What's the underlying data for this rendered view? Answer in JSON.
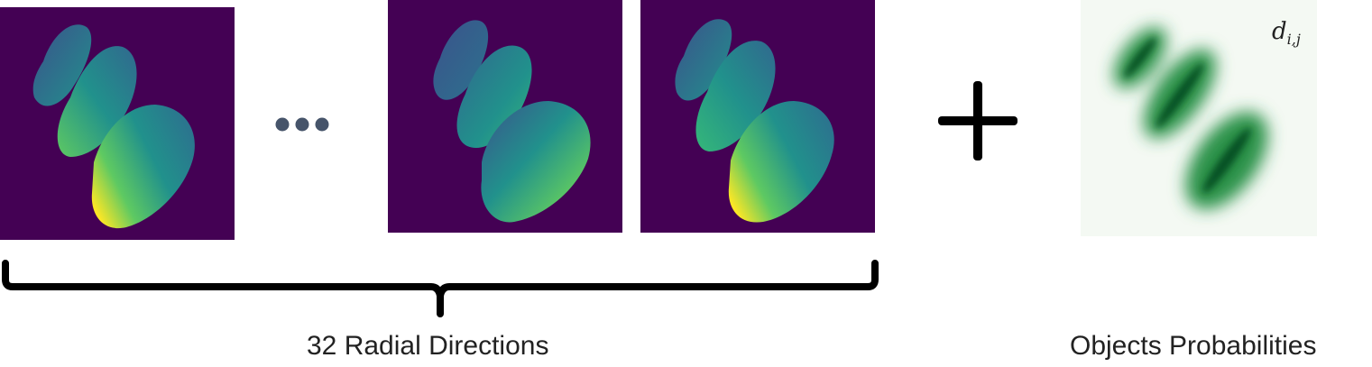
{
  "captions": {
    "radial": "32 Radial Directions",
    "probabilities": "Objects Probabilities"
  },
  "prob_label": {
    "base": "d",
    "subscript": "i,j"
  },
  "colors": {
    "viridis_background": "#440154",
    "viridis_dark": "#3b528b",
    "viridis_mid": "#21918c",
    "viridis_light": "#5ec962",
    "viridis_bright": "#fde725",
    "prob_background": "#f4f9f3",
    "prob_dark": "#00441b",
    "prob_mid": "#2a924a",
    "brace_color": "#000000",
    "dots_color": "#46546a"
  },
  "icons": {
    "ellipsis": "ellipsis-icon",
    "plus": "plus-icon",
    "brace": "curly-brace-icon"
  }
}
